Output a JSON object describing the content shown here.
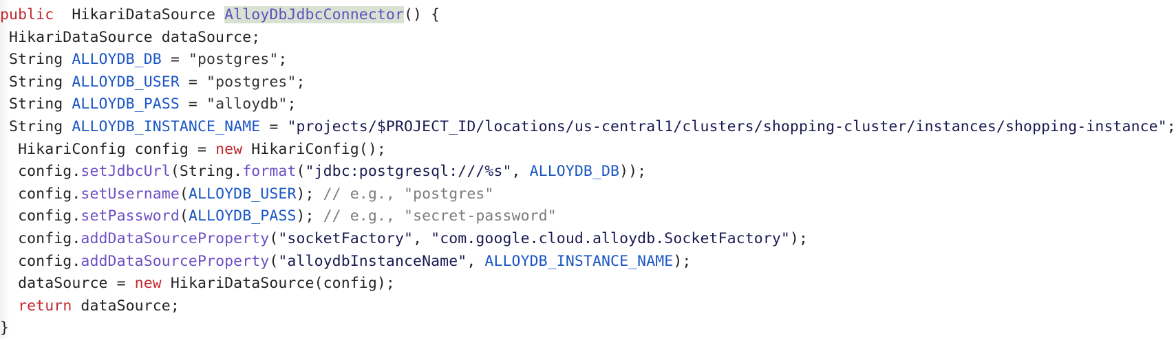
{
  "editor": {
    "language": "java",
    "background_color": "#ffffff",
    "default_text_color": "#222222",
    "highlight_color": "#d9e2d2",
    "token_colors": {
      "keyword": "#c4262e",
      "constant": "#1a56c4",
      "method": "#6b4fc4",
      "string": "#1a1a52",
      "comment": "#7b7b7b",
      "function_name": "#5b50c0"
    }
  },
  "code": {
    "line_1": {
      "kw_public": "public",
      "gap": "  ",
      "type": "HikariDataSource ",
      "fn_name": "AlloyDbJdbcConnector",
      "tail": "() {"
    },
    "line_2": {
      "text": " HikariDataSource dataSource;"
    },
    "line_3": {
      "type": " String ",
      "const": "ALLOYDB_DB",
      "eq": " = ",
      "str": "\"postgres\"",
      "end": ";"
    },
    "line_4": {
      "type": " String ",
      "const": "ALLOYDB_USER",
      "eq": " = ",
      "str": "\"postgres\"",
      "end": ";"
    },
    "line_5": {
      "type": " String ",
      "const": "ALLOYDB_PASS",
      "eq": " = ",
      "str": "\"alloydb\"",
      "end": ";"
    },
    "line_6": {
      "type": " String ",
      "const": "ALLOYDB_INSTANCE_NAME",
      "eq": " = ",
      "str": "\"projects/$PROJECT_ID/locations/us-central1/clusters/shopping-cluster/instances/shopping-instance\"",
      "end": ";"
    },
    "line_7": {
      "pre": "  HikariConfig config = ",
      "kw_new": "new",
      "post": " HikariConfig();"
    },
    "line_8": {
      "obj": "  config.",
      "method": "setJdbcUrl",
      "open": "(String.",
      "method2": "format",
      "open2": "(",
      "str": "\"jdbc:postgresql:///%s\"",
      "comma": ", ",
      "const": "ALLOYDB_DB",
      "end": "));"
    },
    "line_9": {
      "obj": "  config.",
      "method": "setUsername",
      "open": "(",
      "const": "ALLOYDB_USER",
      "close": "); ",
      "comment": "// e.g., \"postgres\""
    },
    "line_10": {
      "obj": "  config.",
      "method": "setPassword",
      "open": "(",
      "const": "ALLOYDB_PASS",
      "close": "); ",
      "comment": "// e.g., \"secret-password\""
    },
    "line_11": {
      "obj": "  config.",
      "method": "addDataSourceProperty",
      "open": "(",
      "str1": "\"socketFactory\"",
      "comma": ", ",
      "str2": "\"com.google.cloud.alloydb.SocketFactory\"",
      "end": ");"
    },
    "line_12": {
      "obj": "  config.",
      "method": "addDataSourceProperty",
      "open": "(",
      "str1": "\"alloydbInstanceName\"",
      "comma": ", ",
      "const": "ALLOYDB_INSTANCE_NAME",
      "end": ");"
    },
    "line_13": {
      "pre": "  dataSource = ",
      "kw_new": "new",
      "post": " HikariDataSource(config);"
    },
    "line_14": {
      "indent": "  ",
      "kw_return": "return",
      "post": " dataSource;"
    },
    "line_15": {
      "text": "}"
    }
  }
}
